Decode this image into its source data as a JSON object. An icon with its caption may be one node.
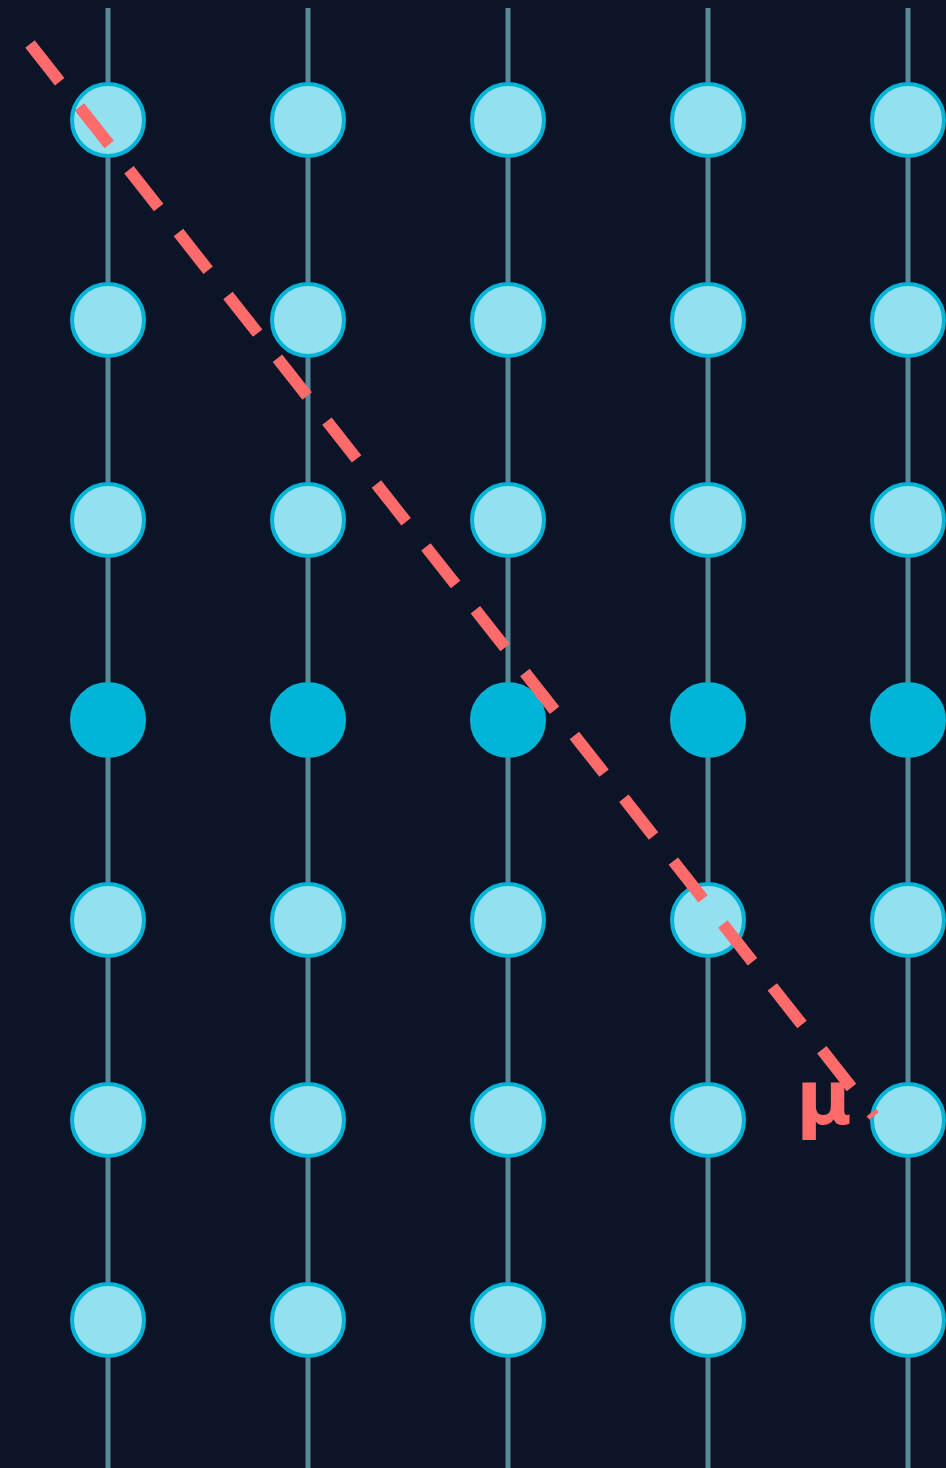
{
  "diagram": {
    "nodes": [
      {
        "text": [],
        "shape": "circle"
      },
      {
        "text": [],
        "shape": "circle"
      },
      {
        "text": [],
        "shape": "circle"
      },
      {
        "text": [],
        "shape": "circle"
      },
      {
        "text": [],
        "shape": "circle"
      },
      {
        "text": [],
        "shape": "circle"
      },
      {
        "text": [],
        "shape": "circle"
      },
      {
        "text": [],
        "shape": "circle"
      },
      {
        "text": [],
        "shape": "circle"
      },
      {
        "text": [],
        "shape": "circle"
      },
      {
        "text": [],
        "shape": "circle"
      },
      {
        "text": [],
        "shape": "circle"
      },
      {
        "text": [],
        "shape": "circle"
      },
      {
        "text": [],
        "shape": "circle"
      },
      {
        "text": [],
        "shape": "circle"
      },
      {
        "text": [],
        "shape": "circle"
      },
      {
        "text": [],
        "shape": "circle"
      },
      {
        "text": [],
        "shape": "circle"
      },
      {
        "text": [],
        "shape": "circle"
      },
      {
        "text": [],
        "shape": "circle"
      },
      {
        "text": [],
        "shape": "circle"
      },
      {
        "text": [],
        "shape": "circle"
      },
      {
        "text": [],
        "shape": "circle"
      },
      {
        "text": [],
        "shape": "circle"
      },
      {
        "text": [],
        "shape": "circle"
      },
      {
        "text": [],
        "shape": "circle"
      },
      {
        "text": [],
        "shape": "circle"
      },
      {
        "text": [],
        "shape": "circle"
      },
      {
        "text": [],
        "shape": "circle"
      },
      {
        "text": [],
        "shape": "circle"
      },
      {
        "text": [],
        "shape": "circle"
      },
      {
        "text": [],
        "shape": "circle"
      },
      {
        "text": [],
        "shape": "circle"
      },
      {
        "text": [],
        "shape": "circle"
      },
      {
        "text": [],
        "shape": "circle"
      }
    ],
    "edges": [
      {
        "from": null,
        "to": 0,
        "arrow": "none"
      },
      {
        "from": 0,
        "to": 5,
        "arrow": "none"
      },
      {
        "from": 5,
        "to": 10,
        "arrow": "none"
      },
      {
        "from": 10,
        "to": 15,
        "arrow": "none"
      },
      {
        "from": 15,
        "to": 20,
        "arrow": "none"
      },
      {
        "from": 20,
        "to": 25,
        "arrow": "none"
      },
      {
        "from": 25,
        "to": 30,
        "arrow": "none"
      },
      {
        "from": 30,
        "to": null,
        "arrow": "none"
      },
      {
        "from": null,
        "to": 1,
        "arrow": "none"
      },
      {
        "from": 1,
        "to": 6,
        "arrow": "none"
      },
      {
        "from": 6,
        "to": 11,
        "arrow": "none"
      },
      {
        "from": 11,
        "to": 16,
        "arrow": "none"
      },
      {
        "from": 16,
        "to": 21,
        "arrow": "none"
      },
      {
        "from": 21,
        "to": 26,
        "arrow": "none"
      },
      {
        "from": 26,
        "to": 31,
        "arrow": "none"
      },
      {
        "from": 31,
        "to": null,
        "arrow": "none"
      },
      {
        "from": null,
        "to": 2,
        "arrow": "none"
      },
      {
        "from": 2,
        "to": 7,
        "arrow": "none"
      },
      {
        "from": 7,
        "to": 12,
        "arrow": "none"
      },
      {
        "from": 12,
        "to": 17,
        "arrow": "none"
      },
      {
        "from": 17,
        "to": 22,
        "arrow": "none"
      },
      {
        "from": 22,
        "to": 27,
        "arrow": "none"
      },
      {
        "from": 27,
        "to": 32,
        "arrow": "none"
      },
      {
        "from": 32,
        "to": null,
        "arrow": "none"
      },
      {
        "from": null,
        "to": 3,
        "arrow": "none"
      },
      {
        "from": 3,
        "to": 8,
        "arrow": "none"
      },
      {
        "from": 8,
        "to": 13,
        "arrow": "none"
      },
      {
        "from": 13,
        "to": 18,
        "arrow": "none"
      },
      {
        "from": 18,
        "to": 23,
        "arrow": "none"
      },
      {
        "from": 23,
        "to": 28,
        "arrow": "none"
      },
      {
        "from": 28,
        "to": 33,
        "arrow": "none"
      },
      {
        "from": 33,
        "to": null,
        "arrow": "none"
      },
      {
        "from": null,
        "to": 4,
        "arrow": "none"
      },
      {
        "from": 4,
        "to": 9,
        "arrow": "none"
      },
      {
        "from": 9,
        "to": 14,
        "arrow": "none"
      },
      {
        "from": 14,
        "to": 19,
        "arrow": "none"
      },
      {
        "from": 19,
        "to": 24,
        "arrow": "none"
      },
      {
        "from": 24,
        "to": 29,
        "arrow": "none"
      },
      {
        "from": 29,
        "to": 34,
        "arrow": "none"
      },
      {
        "from": 34,
        "to": null,
        "arrow": "none"
      }
    ],
    "labels": [
      "μ"
    ]
  }
}
